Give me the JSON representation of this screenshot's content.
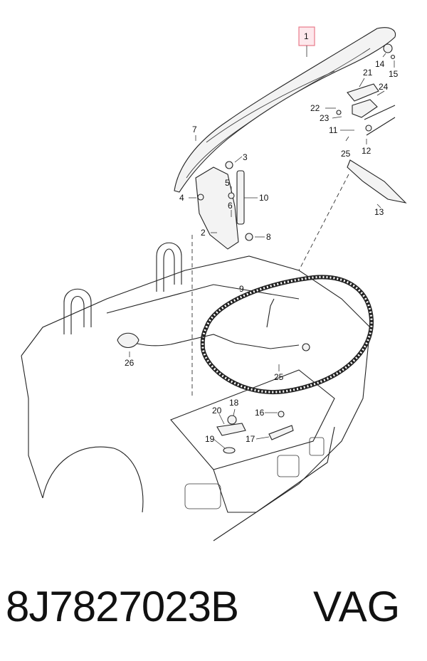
{
  "callouts": [
    "1",
    "2",
    "3",
    "4",
    "5",
    "6",
    "7",
    "8",
    "9",
    "10",
    "11",
    "12",
    "13",
    "14",
    "15",
    "16",
    "17",
    "18",
    "19",
    "20",
    "21",
    "22",
    "23",
    "24",
    "25",
    "25",
    "26"
  ],
  "footer": {
    "part_number": "8J7827023B",
    "brand": "VAG"
  },
  "colors": {
    "highlight_box": "#e87a8a",
    "highlight_fill": "#fde8ec",
    "ink": "#222222"
  }
}
